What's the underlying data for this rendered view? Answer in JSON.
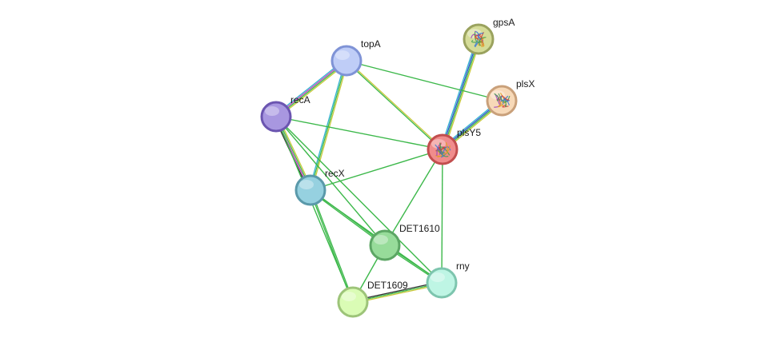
{
  "nodes": [
    {
      "id": "topA",
      "label": "topA",
      "color": "#bfcdf7",
      "stroke": "#7f93d6",
      "structure": false
    },
    {
      "id": "gpsA",
      "label": "gpsA",
      "color": "#d5dc98",
      "stroke": "#9aa25e",
      "structure": true
    },
    {
      "id": "plsX",
      "label": "plsX",
      "color": "#f7d9b8",
      "stroke": "#c9a07a",
      "structure": true
    },
    {
      "id": "recA",
      "label": "recA",
      "color": "#a897e0",
      "stroke": "#6b55b0",
      "structure": false
    },
    {
      "id": "plsY5",
      "label": "plsY5",
      "color": "#f08c8c",
      "stroke": "#c24e4e",
      "structure": true
    },
    {
      "id": "recX",
      "label": "recX",
      "color": "#96d1e0",
      "stroke": "#5a99aa",
      "structure": false
    },
    {
      "id": "DET1610",
      "label": "DET1610",
      "color": "#97dc9a",
      "stroke": "#5ca664",
      "structure": false
    },
    {
      "id": "rny",
      "label": "rny",
      "color": "#bef5e4",
      "stroke": "#7dc5ae",
      "structure": false
    },
    {
      "id": "DET1609",
      "label": "DET1609",
      "color": "#dafcb5",
      "stroke": "#9dc479",
      "structure": false
    }
  ],
  "edges": [
    {
      "from": "gpsA",
      "to": "plsY5",
      "colors": [
        "#c8c83a",
        "#3cb84a",
        "#2e4fc9",
        "#34b3d0"
      ]
    },
    {
      "from": "plsX",
      "to": "plsY5",
      "colors": [
        "#c8c83a",
        "#3cb84a",
        "#2e4fc9",
        "#34b3d0"
      ]
    },
    {
      "from": "topA",
      "to": "recA",
      "colors": [
        "#c8c83a",
        "#3cb84a",
        "#c040c0",
        "#34b3d0"
      ]
    },
    {
      "from": "recA",
      "to": "recX",
      "colors": [
        "#c8c83a",
        "#3cb84a",
        "#c040c0",
        "#333333"
      ]
    },
    {
      "from": "topA",
      "to": "recX",
      "colors": [
        "#c8c83a",
        "#3cb84a",
        "#34b3d0"
      ]
    },
    {
      "from": "topA",
      "to": "plsY5",
      "colors": [
        "#c8c83a",
        "#3cb84a"
      ]
    },
    {
      "from": "topA",
      "to": "plsX",
      "colors": [
        "#3cb84a"
      ]
    },
    {
      "from": "recA",
      "to": "plsY5",
      "colors": [
        "#3cb84a"
      ]
    },
    {
      "from": "recX",
      "to": "plsY5",
      "colors": [
        "#3cb84a"
      ]
    },
    {
      "from": "DET1610",
      "to": "plsY5",
      "colors": [
        "#3cb84a"
      ]
    },
    {
      "from": "rny",
      "to": "plsY5",
      "colors": [
        "#3cb84a"
      ]
    },
    {
      "from": "recA",
      "to": "DET1610",
      "colors": [
        "#3cb84a"
      ]
    },
    {
      "from": "recA",
      "to": "rny",
      "colors": [
        "#3cb84a"
      ]
    },
    {
      "from": "recX",
      "to": "DET1610",
      "colors": [
        "#3cb84a",
        "#3cb84a"
      ]
    },
    {
      "from": "recX",
      "to": "rny",
      "colors": [
        "#3cb84a"
      ]
    },
    {
      "from": "recX",
      "to": "DET1609",
      "colors": [
        "#3cb84a",
        "#3cb84a"
      ]
    },
    {
      "from": "DET1610",
      "to": "rny",
      "colors": [
        "#3cb84a",
        "#3cb84a"
      ]
    },
    {
      "from": "DET1610",
      "to": "DET1609",
      "colors": [
        "#3cb84a"
      ]
    },
    {
      "from": "DET1609",
      "to": "rny",
      "colors": [
        "#333333",
        "#3cb84a",
        "#c8c83a"
      ]
    },
    {
      "from": "recA",
      "to": "DET1609",
      "colors": [
        "#3cb84a"
      ]
    }
  ]
}
